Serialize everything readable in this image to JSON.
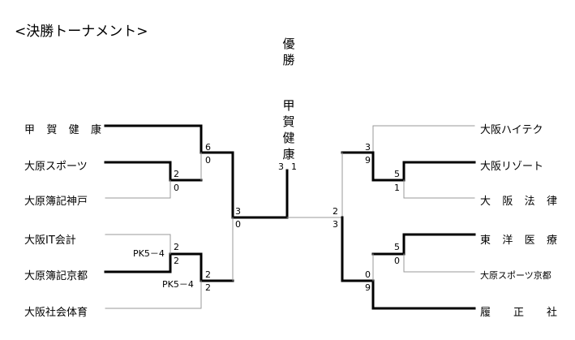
{
  "title": "<決勝トーナメント>",
  "champion": {
    "label": [
      "優",
      "勝"
    ],
    "name": [
      "甲",
      "賀",
      "健",
      "康"
    ]
  },
  "left_teams": [
    {
      "name": "甲賀健康",
      "spaced": true,
      "chars": [
        "甲",
        "賀",
        "健",
        "康"
      ]
    },
    {
      "name": "大原スポーツ",
      "spaced": false
    },
    {
      "name": "大原簿記神戸",
      "spaced": false
    },
    {
      "name": "大阪IT会計",
      "spaced": false
    },
    {
      "name": "大原簿記京都",
      "spaced": false
    },
    {
      "name": "大阪社会体育",
      "spaced": false
    }
  ],
  "right_teams": [
    {
      "name": "大阪ハイテク",
      "spaced": false
    },
    {
      "name": "大阪リゾート",
      "spaced": false
    },
    {
      "name": "大阪法律",
      "spaced": true,
      "chars": [
        "大",
        "阪",
        "法",
        "律"
      ]
    },
    {
      "name": "東洋医療",
      "spaced": true,
      "chars": [
        "東",
        "洋",
        "医",
        "療"
      ]
    },
    {
      "name": "大原スポーツ京都",
      "spaced": false,
      "small": true
    },
    {
      "name": "履正社",
      "spaced": true,
      "chars": [
        "履",
        "正",
        "社"
      ]
    }
  ],
  "scores": {
    "l1_top": "2",
    "l1_bot": "0",
    "l2_top": "2",
    "l2_bot": "2",
    "l3_top": "2",
    "l3_bot": "2",
    "lq_top": "6",
    "lq_bot": "0",
    "ls_top": "3",
    "ls_bot": "0",
    "final_left": "3",
    "final_right": "1",
    "rs_top": "2",
    "rs_bot": "3",
    "rq_top": "3",
    "rq_bot": "9",
    "r1_top": "5",
    "r1_bot": "1",
    "r2_top": "5",
    "r2_bot": "0",
    "rq2_top": "0",
    "rq2_bot": "9"
  },
  "pk": {
    "l2": "PK5－4",
    "l3": "PK5－4"
  }
}
